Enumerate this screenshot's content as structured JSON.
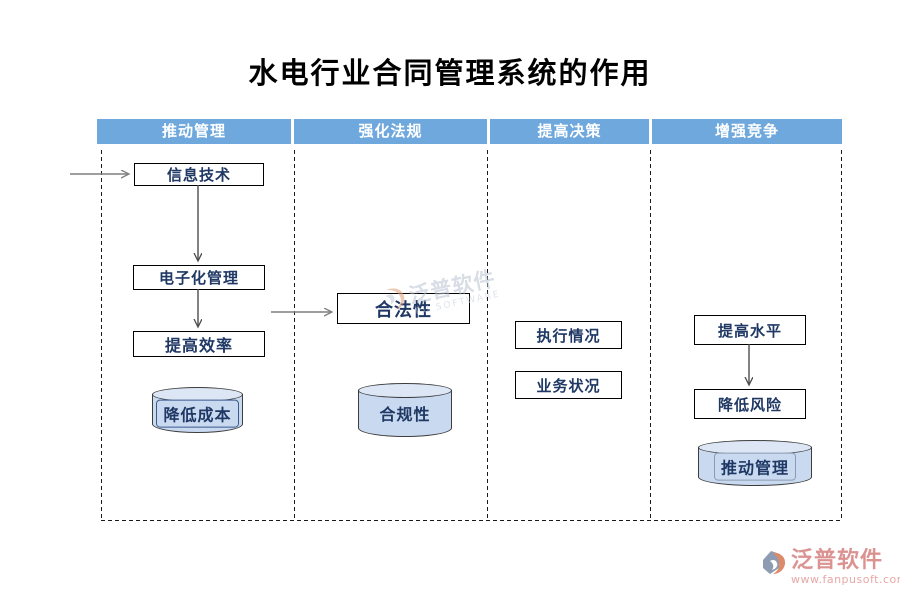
{
  "title": "水电行业合同管理系统的作用",
  "columns": [
    {
      "header": "推动管理"
    },
    {
      "header": "强化法规"
    },
    {
      "header": "提高决策"
    },
    {
      "header": "增强竞争"
    }
  ],
  "nodes": {
    "info_tech": "信息技术",
    "e_management": "电子化管理",
    "efficiency": "提高效率",
    "reduce_cost": "降低成本",
    "legality": "合法性",
    "compliance": "合规性",
    "execution": "执行情况",
    "business": "业务状况",
    "improve_level": "提高水平",
    "reduce_risk": "降低风险",
    "promote_mgmt": "推动管理"
  },
  "watermark": {
    "brand": "泛普软件",
    "sub": "PU SOFTWARE"
  },
  "footer": {
    "brand": "泛普软件",
    "url": "www.fanpusoft.com"
  },
  "colors": {
    "header_blue": "#6FA8DC",
    "node_text": "#1F3864",
    "cylinder_fill": "#C9D9F0",
    "cylinder_top": "#DCE6F5",
    "logo_salmon": "#DB9391"
  }
}
